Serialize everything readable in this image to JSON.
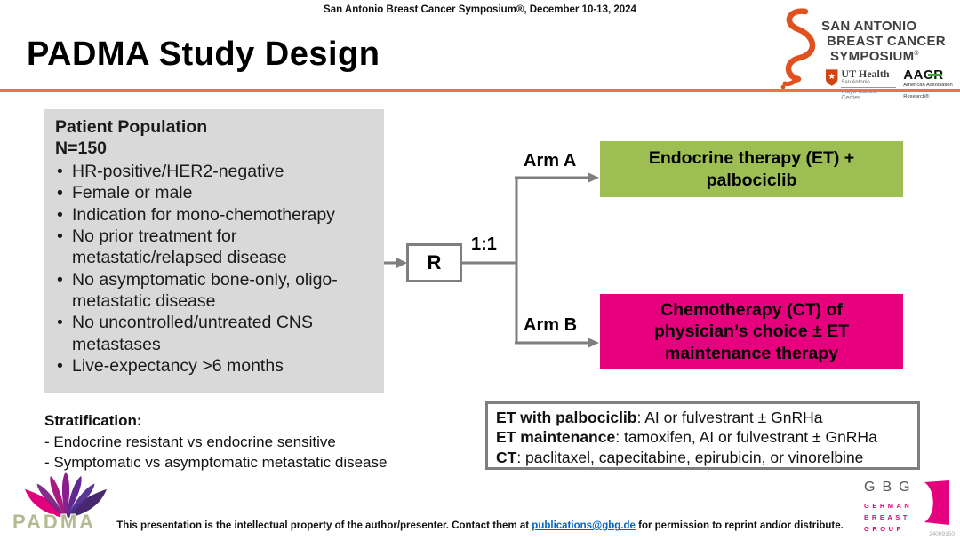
{
  "header": {
    "symposium": "San Antonio Breast Cancer Symposium®, December 10-13, 2024",
    "title": "PADMA Study Design"
  },
  "sabcs_logo": {
    "line1": "SAN ANTONIO",
    "line2": "BREAST CANCER",
    "line3": "SYMPOSIUM",
    "registered": "®",
    "ut_health": {
      "name": "UT Health",
      "city": "San Antonio",
      "center": "Mays Cancer Center"
    },
    "aacr": {
      "acronym": "AACR",
      "full1": "American Association",
      "full2": "for Cancer Research®"
    }
  },
  "population": {
    "title_line1": "Patient Population",
    "title_line2": "N=150",
    "bullets": [
      "HR-positive/HER2-negative",
      "Female or male",
      "Indication for mono-chemotherapy",
      "No prior treatment for metastatic/relapsed disease",
      "No asymptomatic bone-only, oligo-metastatic disease",
      "No uncontrolled/untreated CNS metastases",
      "Live-expectancy >6 months"
    ]
  },
  "stratification": {
    "heading": "Stratification",
    "colon": ":",
    "items": [
      "- Endocrine resistant vs endocrine sensitive",
      "- Symptomatic vs asymptomatic metastatic disease"
    ]
  },
  "flow": {
    "randomization_label": "R",
    "ratio": "1:1",
    "arm_a_label": "Arm A",
    "arm_b_label": "Arm B",
    "arm_a_box": "Endocrine therapy (ET) + palbociclib",
    "arm_b_box": "Chemotherapy (CT) of physician’s choice ± ET maintenance therapy"
  },
  "treatment_details": {
    "lines": [
      {
        "lead": "ET with palbociclib",
        "rest": ": AI or fulvestrant ± GnRHa"
      },
      {
        "lead": "ET maintenance",
        "rest": ": tamoxifen, AI or fulvestrant ± GnRHa"
      },
      {
        "lead": "CT",
        "rest": ": paclitaxel, capecitabine, epirubicin, or vinorelbine"
      }
    ]
  },
  "padma_logo": {
    "label": "PADMA"
  },
  "gbg_logo": {
    "acronym": "GBG",
    "line1": "GERMAN",
    "line2": "BREAST",
    "line3": "GROUP"
  },
  "footer": {
    "text_before": "This presentation is the intellectual property of the author/presenter. Contact them at ",
    "link": "publications@gbg.de",
    "text_after": " for permission to reprint and/or distribute.",
    "slide_id": "24009150"
  },
  "colors": {
    "accent_orange": "#e8744b",
    "arm_a_green": "#9cbe53",
    "arm_b_magenta": "#e6007e",
    "population_gray": "#d9d9d9",
    "connector_gray": "#7f7f7f",
    "link_blue": "#0563c1",
    "sabcs_ribbon_orange": "#e1511e",
    "aacr_green": "#3fa535"
  }
}
